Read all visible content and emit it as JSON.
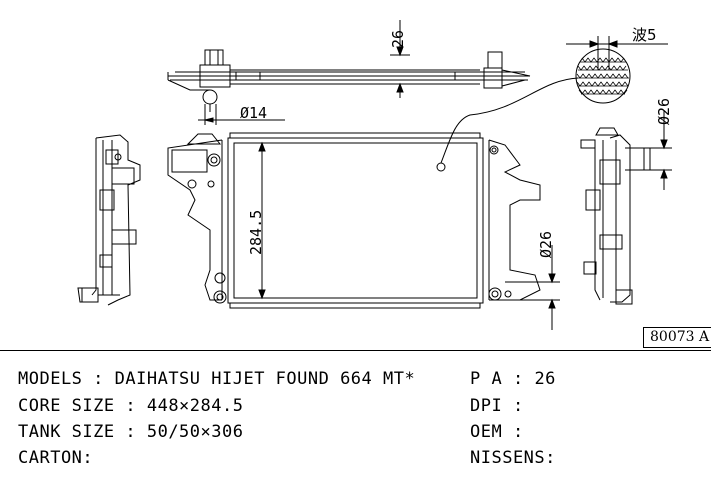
{
  "drawing": {
    "dims": {
      "top_height": "26",
      "pipe_dia": "Ø14",
      "core_height": "284.5",
      "outlet_dia": "Ø26",
      "side_dia": "Ø26",
      "fin_detail": "波5"
    },
    "part_code": "80073 A"
  },
  "specs": {
    "models_label": "MODELS",
    "models_value": "DAIHATSU HIJET FOUND 664 MT*",
    "core_label": "CORE SIZE",
    "core_value": "448×284.5",
    "tank_label": "TANK SIZE",
    "tank_value": "50/50×306",
    "carton_label": "CARTON:",
    "pa_label": "P A",
    "pa_value": "26",
    "dpi_label": "DPI",
    "dpi_value": "",
    "oem_label": "OEM",
    "oem_value": "",
    "nissens_label": "NISSENS:",
    "nissens_value": ""
  }
}
